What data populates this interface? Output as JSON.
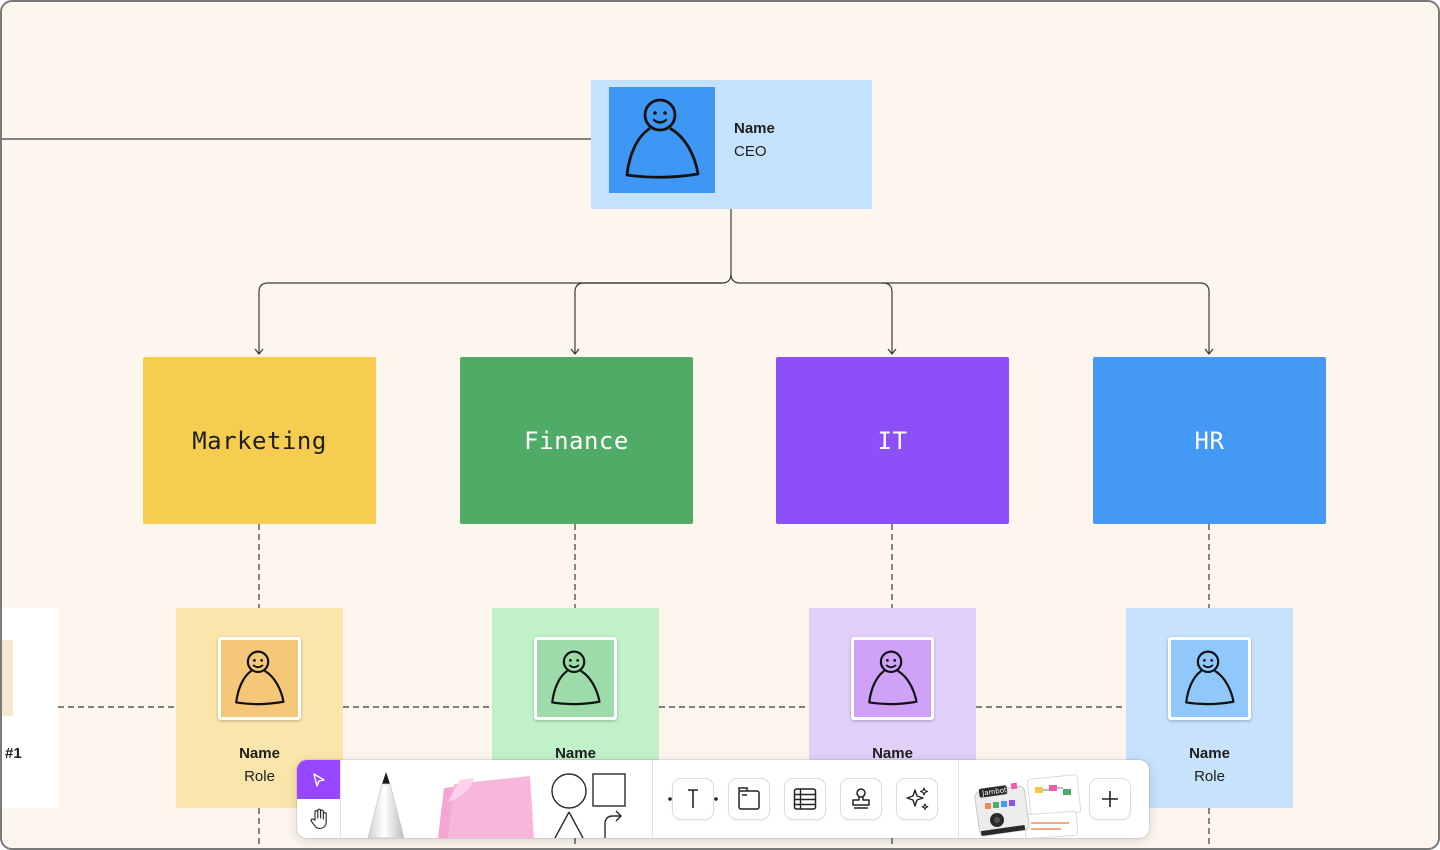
{
  "ceo": {
    "name": "Name",
    "role": "CEO"
  },
  "departments": [
    {
      "label": "Marketing",
      "color": "#f7cd50",
      "text_color": "#1e1e1e"
    },
    {
      "label": "Finance",
      "color": "#4fab65",
      "text_color": "#ffffff"
    },
    {
      "label": "IT",
      "color": "#8d4ff7",
      "text_color": "#ffffff"
    },
    {
      "label": "HR",
      "color": "#4499f6",
      "text_color": "#ffffff"
    }
  ],
  "members": [
    {
      "name": "Name",
      "role": "Role",
      "card_color": "#fae6aa",
      "avatar_color": "#f5c879"
    },
    {
      "name": "Name",
      "role": "",
      "card_color": "#c1f1c8",
      "avatar_color": "#9ddcaa"
    },
    {
      "name": "Name",
      "role": "",
      "card_color": "#e2d0fb",
      "avatar_color": "#cfa2f8"
    },
    {
      "name": "Name",
      "role": "Role",
      "card_color": "#c7e2fb",
      "avatar_color": "#91c8fb"
    }
  ],
  "side_card": {
    "label": "#1"
  },
  "toolbar": {
    "tools": [
      "cursor-icon",
      "hand-icon",
      "pen-icon",
      "sticky-note-icon",
      "shapes-icon",
      "connector-icon",
      "text-icon",
      "section-icon",
      "table-icon",
      "stamp-icon",
      "ai-sparkle-icon",
      "templates-icon",
      "plus-icon"
    ],
    "template_badge": "Jambot"
  },
  "colors": {
    "canvas": "#fdf6ef",
    "accent": "#9747ff",
    "ceo_card": "#c5e2fc",
    "ceo_avatar": "#3f97f5"
  }
}
